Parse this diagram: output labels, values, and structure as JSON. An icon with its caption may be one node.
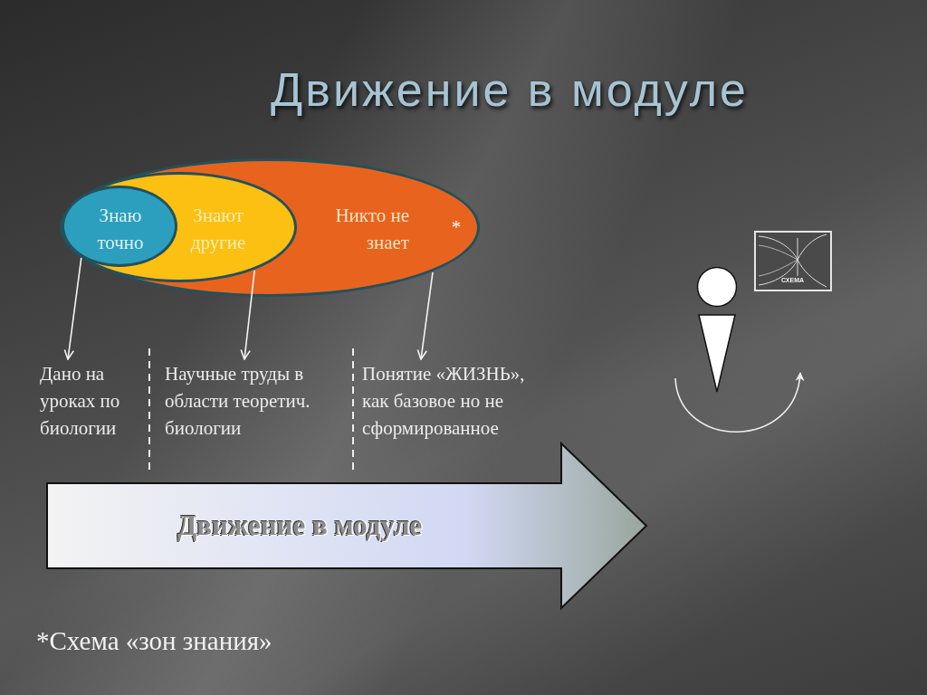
{
  "diagram": {
    "title": "Движение в модуле",
    "caption": "*Схема «зон знания»",
    "nodes": [
      {
        "text": [
          "Никто не знает",
          "*"
        ]
      },
      {
        "text": [
          "Знают другие"
        ],
        "in": 0
      },
      {
        "text": [
          "Знаю точно"
        ],
        "in": 1
      },
      {
        "text": [
          "Дано на уроках по биологии"
        ]
      },
      {
        "text": [
          "Научные труды в области теоретич. биологии"
        ]
      },
      {
        "text": [
          "Понятие «ЖИЗНЬ», как базовое но не сформированное"
        ]
      },
      {
        "text": [
          "Движение в модуле"
        ]
      }
    ],
    "edges": [
      {
        "from": 2,
        "to": 3,
        "arrow": "to"
      },
      {
        "from": 1,
        "to": 4,
        "arrow": "to"
      },
      {
        "from": 0,
        "to": 5,
        "arrow": "to"
      }
    ],
    "labels": [
      "СХЕМА"
    ]
  }
}
